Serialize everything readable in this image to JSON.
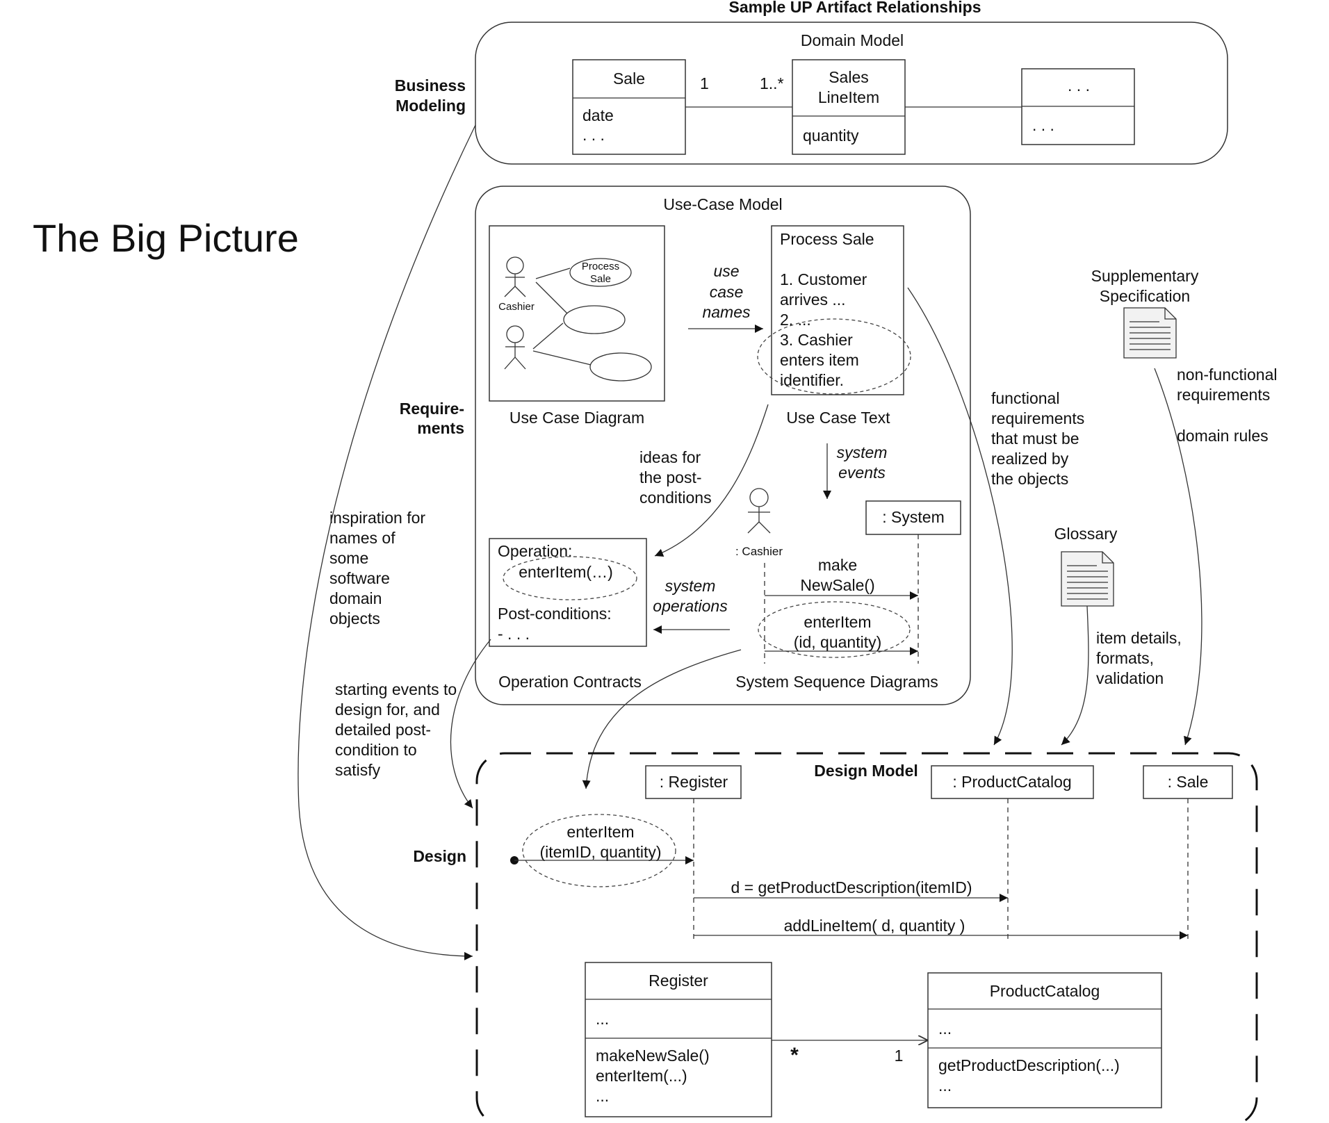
{
  "title": "Sample UP Artifact Relationships",
  "big_title": "The Big Picture",
  "disciplines": {
    "business_line1": "Business",
    "business_line2": "Modeling",
    "requirements_line1": "Require-",
    "requirements_line2": "ments",
    "design": "Design"
  },
  "domain_model": {
    "title": "Domain Model",
    "sale": {
      "name": "Sale",
      "attr1": "date",
      "attr2": ". . ."
    },
    "assoc_left": "1",
    "assoc_right": "1..*",
    "sli": {
      "name1": "Sales",
      "name2": "LineItem",
      "attr": "quantity"
    },
    "other": {
      "name": ". . .",
      "attr": ". . ."
    }
  },
  "use_case_model": {
    "title": "Use-Case Model",
    "diagram_caption": "Use Case Diagram",
    "actor_label": "Cashier",
    "uc_label1": "Process",
    "uc_label2": "Sale",
    "arrow_label": [
      "use",
      "case",
      "names"
    ],
    "uc_text": {
      "caption": "Use Case Text",
      "lines": [
        "Process Sale",
        "",
        "1. Customer",
        "arrives ...",
        "2. ...",
        "3. Cashier",
        "enters item",
        "identifier."
      ]
    },
    "ideas_label": [
      "ideas for",
      "the post-",
      "conditions"
    ],
    "system_events_label": [
      "system",
      "events"
    ],
    "contract": {
      "caption": "Operation Contracts",
      "op": "Operation:",
      "op_name": "enterItem(…)",
      "post": "Post-conditions:",
      "post_item": "- . . ."
    },
    "system_operations_label": [
      "system",
      "operations"
    ],
    "ssd": {
      "caption": "System Sequence Diagrams",
      "actor": ": Cashier",
      "system": ": System",
      "msg1_line1": "make",
      "msg1_line2": "NewSale()",
      "msg2_line1": "enterItem",
      "msg2_line2": "(id, quantity)"
    }
  },
  "supplementary": {
    "title_line1": "Supplementary",
    "title_line2": "Specification",
    "notes": [
      "non-functional",
      "requirements",
      "",
      "domain rules"
    ]
  },
  "functional_label": [
    "functional",
    "requirements",
    "that must be",
    "realized by",
    "the objects"
  ],
  "glossary": {
    "title": "Glossary",
    "notes": [
      "item details,",
      "formats,",
      "validation"
    ]
  },
  "inspiration_label": [
    "inspiration for",
    "names of",
    "some",
    "software",
    "domain",
    "objects"
  ],
  "starting_label": [
    "starting events to",
    "design for, and",
    "detailed post-",
    "condition to",
    "satisfy"
  ],
  "design_model": {
    "title": "Design Model",
    "lifelines": [
      ": Register",
      ": ProductCatalog",
      ": Sale"
    ],
    "found_msg_line1": "enterItem",
    "found_msg_line2": "(itemID, quantity)",
    "msg_get": "d = getProductDescription(itemID)",
    "msg_add": "addLineItem( d, quantity )",
    "register": {
      "name": "Register",
      "attr": "...",
      "ops": [
        "makeNewSale()",
        "enterItem(...)",
        "..."
      ]
    },
    "catalog": {
      "name": "ProductCatalog",
      "attr": "...",
      "ops": [
        "getProductDescription(...)",
        "..."
      ]
    },
    "mult_many": "*",
    "mult_one": "1"
  }
}
